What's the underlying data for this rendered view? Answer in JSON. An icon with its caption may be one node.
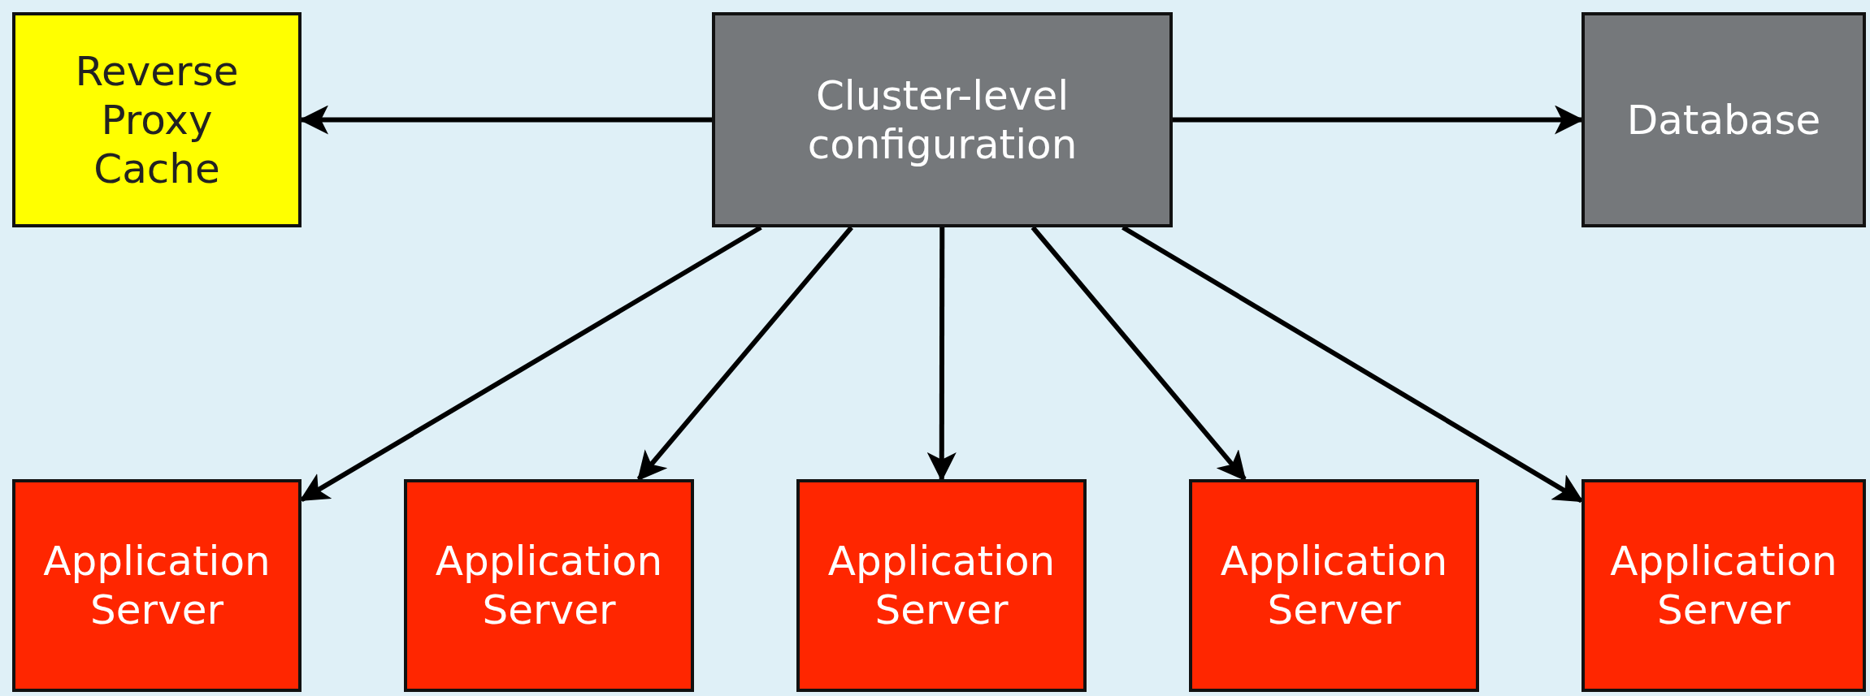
{
  "diagram": {
    "nodes": [
      {
        "text": [
          "Reverse Proxy Cache"
        ]
      },
      {
        "text": [
          "Cluster-level configuration"
        ]
      },
      {
        "text": [
          "Database"
        ]
      },
      {
        "text": [
          "Application Server"
        ]
      },
      {
        "text": [
          "Application Server"
        ]
      },
      {
        "text": [
          "Application Server"
        ]
      },
      {
        "text": [
          "Application Server"
        ]
      },
      {
        "text": [
          "Application Server"
        ]
      }
    ],
    "edges": [
      {
        "from": 1,
        "to": 0,
        "arrow": "to"
      },
      {
        "from": 1,
        "to": 2,
        "arrow": "to"
      },
      {
        "from": 1,
        "to": 3,
        "arrow": "to"
      },
      {
        "from": 1,
        "to": 4,
        "arrow": "to"
      },
      {
        "from": 1,
        "to": 5,
        "arrow": "to"
      },
      {
        "from": 1,
        "to": 6,
        "arrow": "to"
      },
      {
        "from": 1,
        "to": 7,
        "arrow": "to"
      }
    ]
  }
}
